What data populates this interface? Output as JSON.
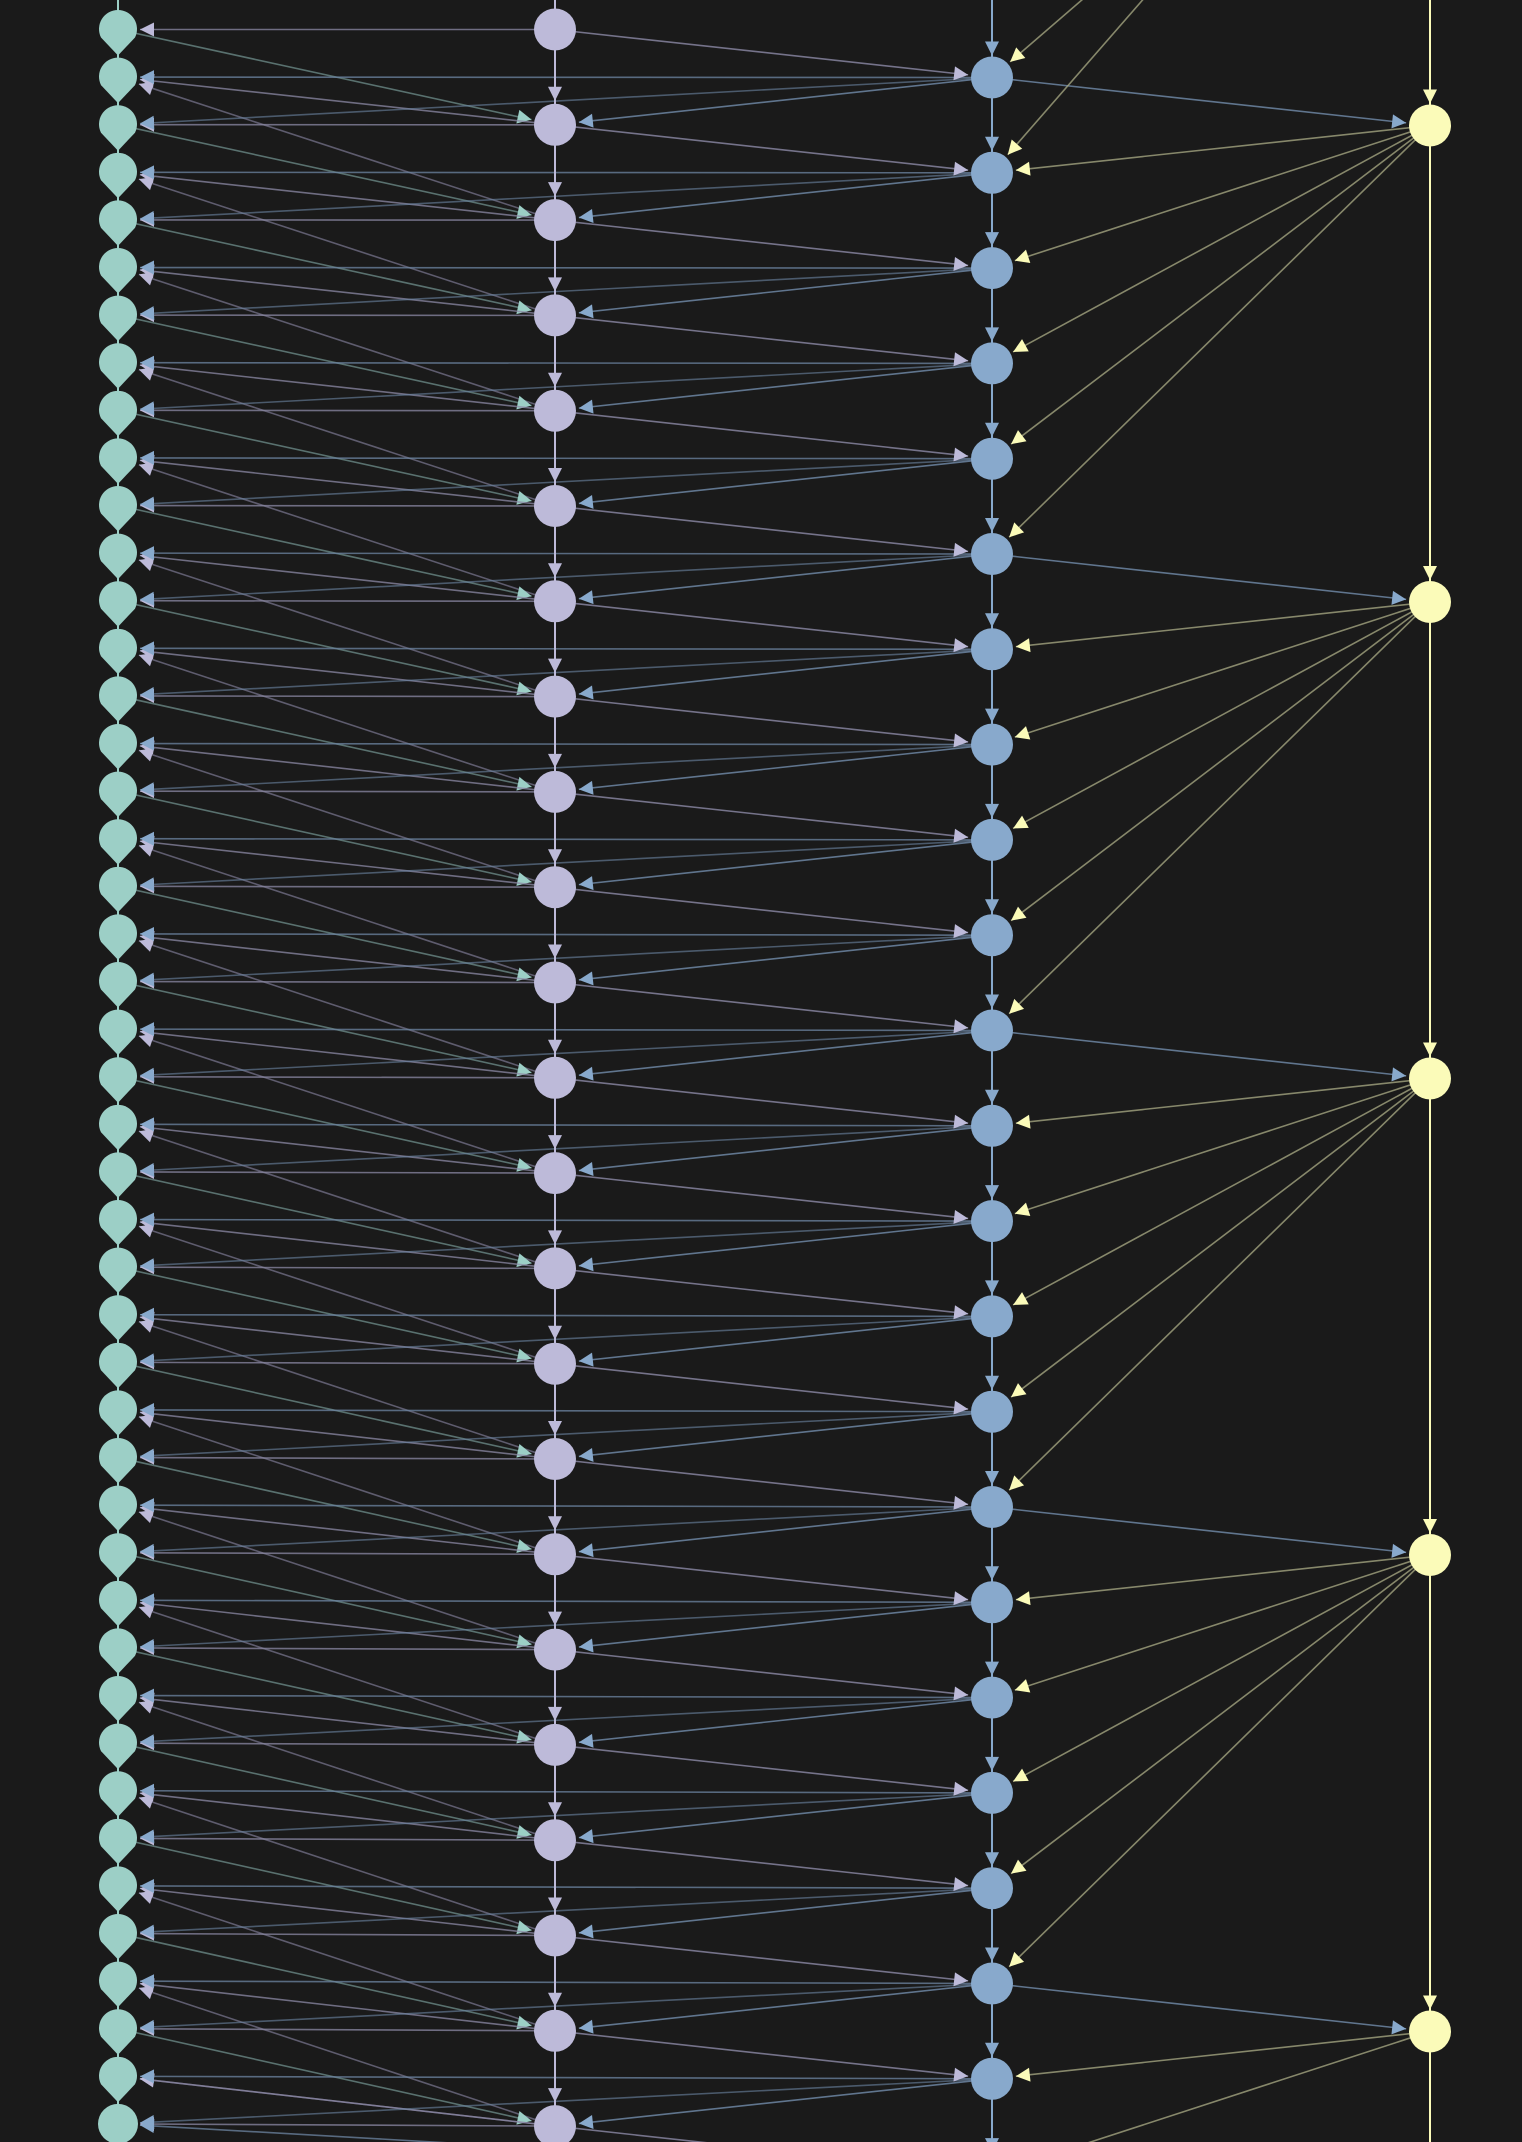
{
  "background": "#1a1a1a",
  "columns": [
    {
      "id": "c1",
      "color": "#9ccfc6",
      "node_count": 45,
      "node_shape": "drop"
    },
    {
      "id": "c2",
      "color": "#bdbad9",
      "node_count": 23,
      "node_shape": "circle"
    },
    {
      "id": "c3",
      "color": "#88a9cc",
      "node_count": 23,
      "node_shape": "circle"
    },
    {
      "id": "c4",
      "color": "#fbfbb9",
      "node_count": 5,
      "node_shape": "circle"
    }
  ],
  "edge_colors": {
    "teal": "#6f8f8c",
    "lavender": "#8c89a6",
    "blue": "#6d86a3",
    "yellow": "#a3a47f"
  }
}
